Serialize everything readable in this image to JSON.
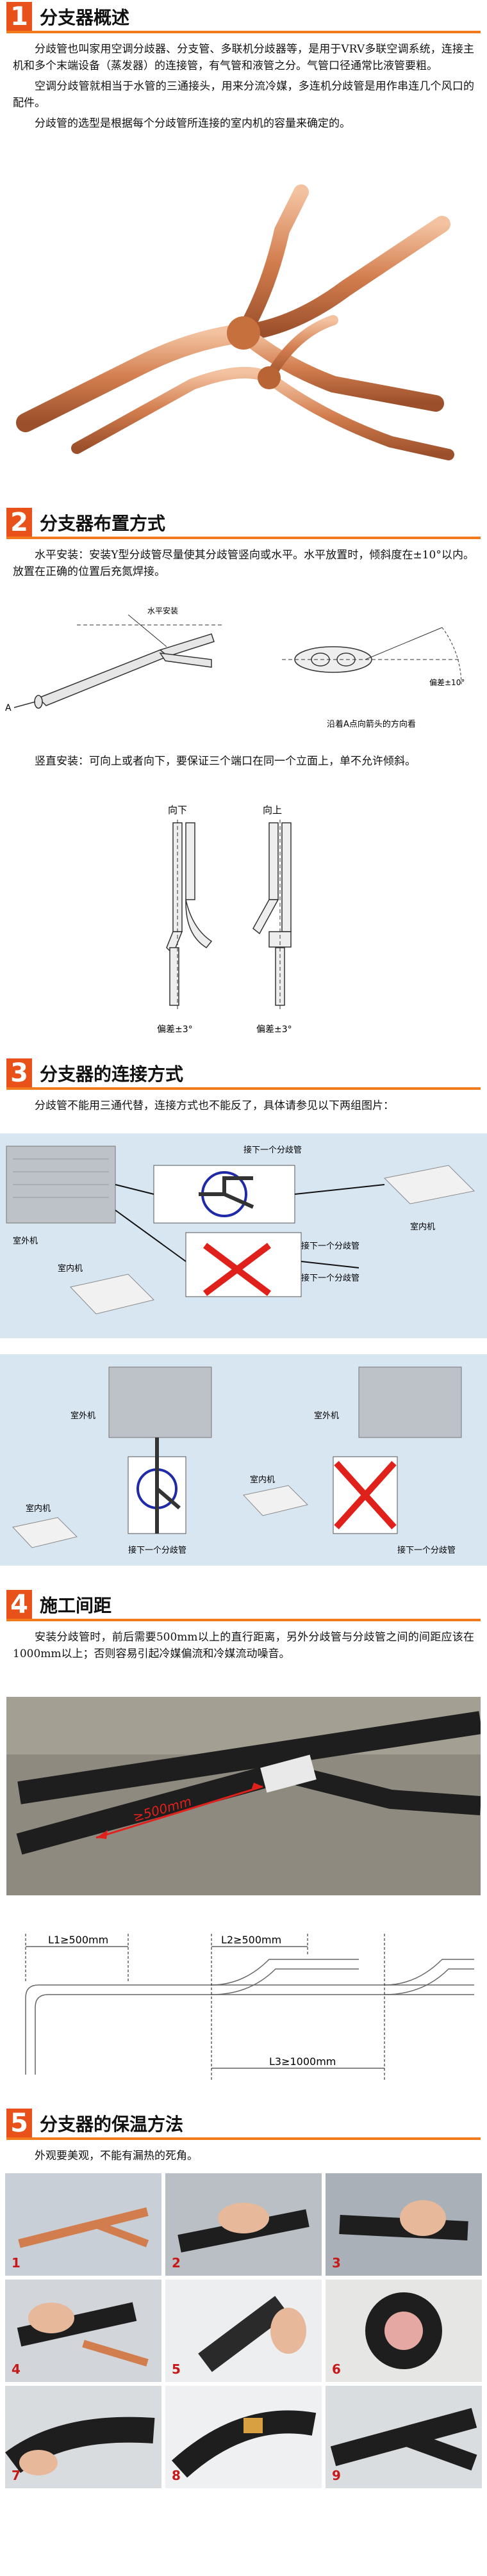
{
  "sections": [
    {
      "num": "1",
      "title": "分支器概述",
      "paragraphs": [
        "分歧管也叫家用空调分歧器、分支管、多联机分歧器等，是用于VRV多联空调系统，连接主机和多个末端设备（蒸发器）的连接管，有气管和液管之分。气管口径通常比液管要粗。",
        "空调分歧管就相当于水管的三通接头，用来分流冷媒，多连机分歧管是用作串连几个风口的配件。",
        "分歧管的选型是根据每个分歧管所连接的室内机的容量来确定的。"
      ]
    },
    {
      "num": "2",
      "title": "分支器布置方式",
      "paragraphs": [
        "水平安装：安装Y型分歧管尽量使其分歧管竖向或水平。水平放置时，倾斜度在±10°以内。放置在正确的位置后充氮焊接。",
        "竖直安装：可向上或者向下，要保证三个端口在同一个立面上，单不允许倾斜。"
      ],
      "horizontal_diagram": {
        "install_label": "水平安装",
        "point_label": "A",
        "deviation_label": "偏差±10°",
        "view_caption": "沿着A点向箭头的方向看"
      },
      "vertical_diagram": {
        "down_label": "向下",
        "up_label": "向上",
        "deviation_label": "偏差±3°"
      }
    },
    {
      "num": "3",
      "title": "分支器的连接方式",
      "paragraphs": [
        "分歧管不能用三通代替，连接方式也不能反了，具体请参见以下两组图片："
      ],
      "diagram_a": {
        "next_label_top": "接下一个分歧管",
        "outdoor_label": "室外机",
        "indoor_label_right": "室内机",
        "next_label_mid": "接下一个分歧管",
        "indoor_label_left": "室内机",
        "next_label_bottom": "接下一个分歧管"
      },
      "diagram_b": {
        "outdoor_label_left": "室外机",
        "outdoor_label_right": "室外机",
        "indoor_label_left": "室内机",
        "indoor_label_right": "室内机",
        "next_label_left": "接下一个分歧管",
        "next_label_right": "接下一个分歧管"
      }
    },
    {
      "num": "4",
      "title": "施工间距",
      "paragraphs": [
        "安装分歧管时，前后需要500mm以上的直行距离，另外分歧管与分歧管之间的间距应该在1000mm以上；否则容易引起冷媒偏流和冷媒流动噪音。"
      ],
      "photo_label": "≥500mm",
      "dims": {
        "l1": "L1≥500mm",
        "l2": "L2≥500mm",
        "l3": "L3≥1000mm"
      }
    },
    {
      "num": "5",
      "title": "分支器的保温方法",
      "paragraphs": [
        "外观要美观，不能有漏热的死角。"
      ],
      "photo_numbers": [
        "1",
        "2",
        "3",
        "4",
        "5",
        "6",
        "7",
        "8",
        "9"
      ]
    }
  ],
  "colors": {
    "accent": "#e8521a",
    "rule": "#f07a1c",
    "copper": "#d98a5a",
    "blue_panel": "#cfe2f3",
    "cross": "#e0211b",
    "circle": "#1f2aa8"
  }
}
